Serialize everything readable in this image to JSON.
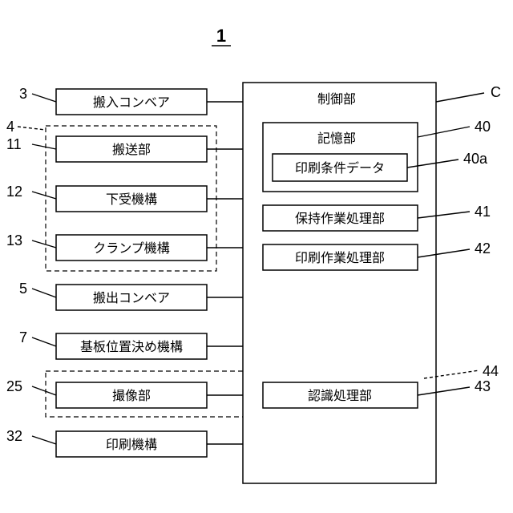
{
  "figure": {
    "number": "1"
  },
  "controller": {
    "title": "制御部",
    "ref": "C",
    "memory": {
      "title": "記憶部",
      "ref": "40",
      "data_label": "印刷条件データ",
      "data_ref": "40a"
    },
    "holding": {
      "label": "保持作業処理部",
      "ref": "41"
    },
    "printing": {
      "label": "印刷作業処理部",
      "ref": "42"
    },
    "recognition": {
      "label": "認識処理部",
      "ref": "43"
    }
  },
  "group_camera_ref": "44",
  "group_transport_ref": "4",
  "left_blocks": [
    {
      "ref": "3",
      "label": "搬入コンベア"
    },
    {
      "ref": "11",
      "label": "搬送部"
    },
    {
      "ref": "12",
      "label": "下受機構"
    },
    {
      "ref": "13",
      "label": "クランプ機構"
    },
    {
      "ref": "5",
      "label": "搬出コンベア"
    },
    {
      "ref": "7",
      "label": "基板位置決め機構"
    },
    {
      "ref": "25",
      "label": "撮像部"
    },
    {
      "ref": "32",
      "label": "印刷機構"
    }
  ]
}
